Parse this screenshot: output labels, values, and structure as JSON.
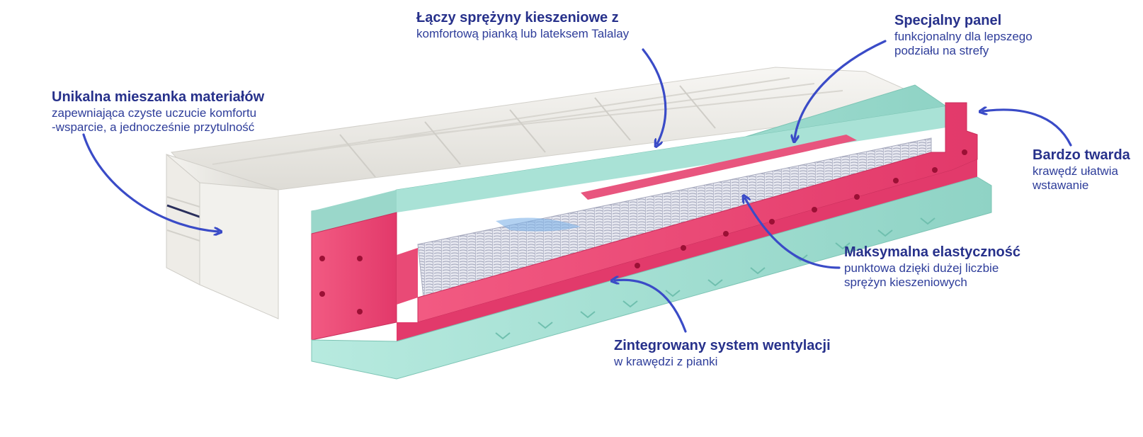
{
  "image": {
    "subject": "mattress cross-section",
    "colors": {
      "label_title": "#27318b",
      "label_text": "#2e3d9a",
      "arrow": "#3a4bc7",
      "cover": "#ecebe7",
      "turquoise_foam": "#9fdccf",
      "pink_foam": "#ee4f79",
      "springs": "#d9dae6"
    }
  },
  "callouts": [
    {
      "id": "materials",
      "title": "Unikalna mieszanka materiałów",
      "lines": [
        "zapewniająca czyste uczucie komfortu",
        "-wsparcie, a jednocześnie przytulność"
      ]
    },
    {
      "id": "pocket-springs",
      "title": "Łączy sprężyny kieszeniowe z",
      "lines": [
        "komfortową pianką lub lateksem Talalay"
      ]
    },
    {
      "id": "special-panel",
      "title": "Specjalny panel",
      "lines": [
        "funkcjonalny dla lepszego",
        "podziału na strefy"
      ]
    },
    {
      "id": "hard-edge",
      "title": "Bardzo twarda",
      "lines": [
        "krawędź ułatwia",
        "wstawanie"
      ]
    },
    {
      "id": "elasticity",
      "title": "Maksymalna elastyczność",
      "lines": [
        "punktowa dzięki dużej liczbie",
        "sprężyn kieszeniowych"
      ]
    },
    {
      "id": "ventilation",
      "title": "Zintegrowany system wentylacji",
      "lines": [
        "w krawędzi z pianki"
      ]
    }
  ]
}
